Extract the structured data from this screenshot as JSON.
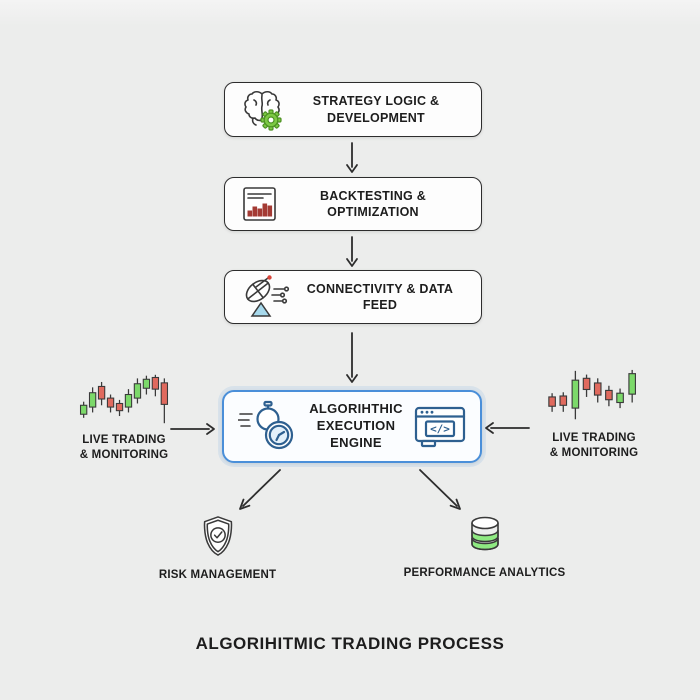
{
  "title": "ALGORIHITMIC TRADING PROCESS",
  "flow": {
    "strategy": {
      "line1": "STRATEGY LOGIC &",
      "line2": "DEVELOPMENT",
      "icon": "brain-gear-icon"
    },
    "backtesting": {
      "label": "BACKTESTING & OPTIMIZATION",
      "icon": "bar-chart-document-icon"
    },
    "connectivity": {
      "label": "CONNECTIVITY & DATA FEED",
      "icon": "satellite-dish-icon"
    },
    "execution": {
      "line1": "ALGORIHTHIC",
      "line2": "EXECUTION ENGINE",
      "icon_left": "stopwatch-icon",
      "icon_right": "code-window-icon",
      "code_glyph": "</>"
    }
  },
  "sides": {
    "left": {
      "line1": "LIVE TRADING",
      "line2": "& MONITORING",
      "icon": "candlestick-chart-icon"
    },
    "right": {
      "line1": "LIVE TRADING",
      "line2": "& MONITORING",
      "icon": "candlestick-chart-icon"
    }
  },
  "outputs": {
    "risk": {
      "label": "RISK MANAGEMENT",
      "icon": "shield-check-icon"
    },
    "analytics": {
      "label": "PERFORMANCE ANALYTICS",
      "icon": "database-icon"
    }
  },
  "connections": [
    "strategy -> backtesting",
    "backtesting -> connectivity",
    "connectivity -> execution",
    "left-market -> execution",
    "right-market -> execution",
    "execution -> risk",
    "execution -> analytics"
  ],
  "colors": {
    "background": "#ecedec",
    "background_top": "#f4f4f4",
    "box_border": "#2d2d2d",
    "box_bg": "#fdfdfd",
    "accent_blue": "#4a8fd9",
    "accent_blue_dark": "#2e6090",
    "execution_bg": "#fbfdff",
    "text": "#1d1d1d",
    "candle_green": "#7cd96a",
    "candle_red": "#e06a5e",
    "candle_stroke": "#3a3a3a",
    "bar_maroon": "#a43b34",
    "gear_green": "#7cc944",
    "dish_blue": "#a7d9ec",
    "db_green": "#8fe982",
    "signal_red": "#d9453a",
    "arrow": "#2d2d2d",
    "icon_stroke": "#3a3a3a",
    "watch_light": "#e3f0fa"
  }
}
